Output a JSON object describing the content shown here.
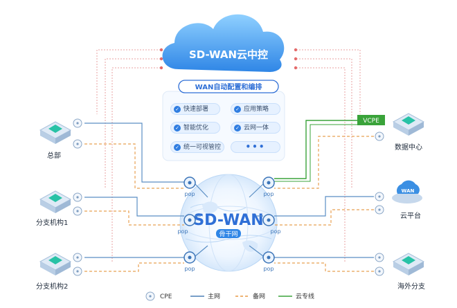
{
  "cloud": {
    "title": "SD-WAN云中控"
  },
  "orchestration": {
    "title": "WAN自动配置和编排",
    "features": [
      "快速部署",
      "应用策略",
      "智能优化",
      "云网一体",
      "统一可视管控",
      "•••"
    ]
  },
  "backbone": {
    "title": "SD-WAN",
    "subtitle": "骨干网"
  },
  "pop_label": "pop",
  "vcpe_label": "VCPE",
  "sites_left": [
    "总部",
    "分支机构1",
    "分支机构2"
  ],
  "sites_right": [
    "数据中心",
    "云平台",
    "海外分支"
  ],
  "cloud_badge": "WAN",
  "legend": {
    "cpe": "CPE",
    "main": "主网",
    "backup": "备网",
    "dedicated": "云专线"
  },
  "colors": {
    "main": "#4a7fb6",
    "backup": "#e89a45",
    "dedicated": "#3aa33a",
    "accent": "#2f6fd6",
    "redline": "#e87a7a"
  }
}
